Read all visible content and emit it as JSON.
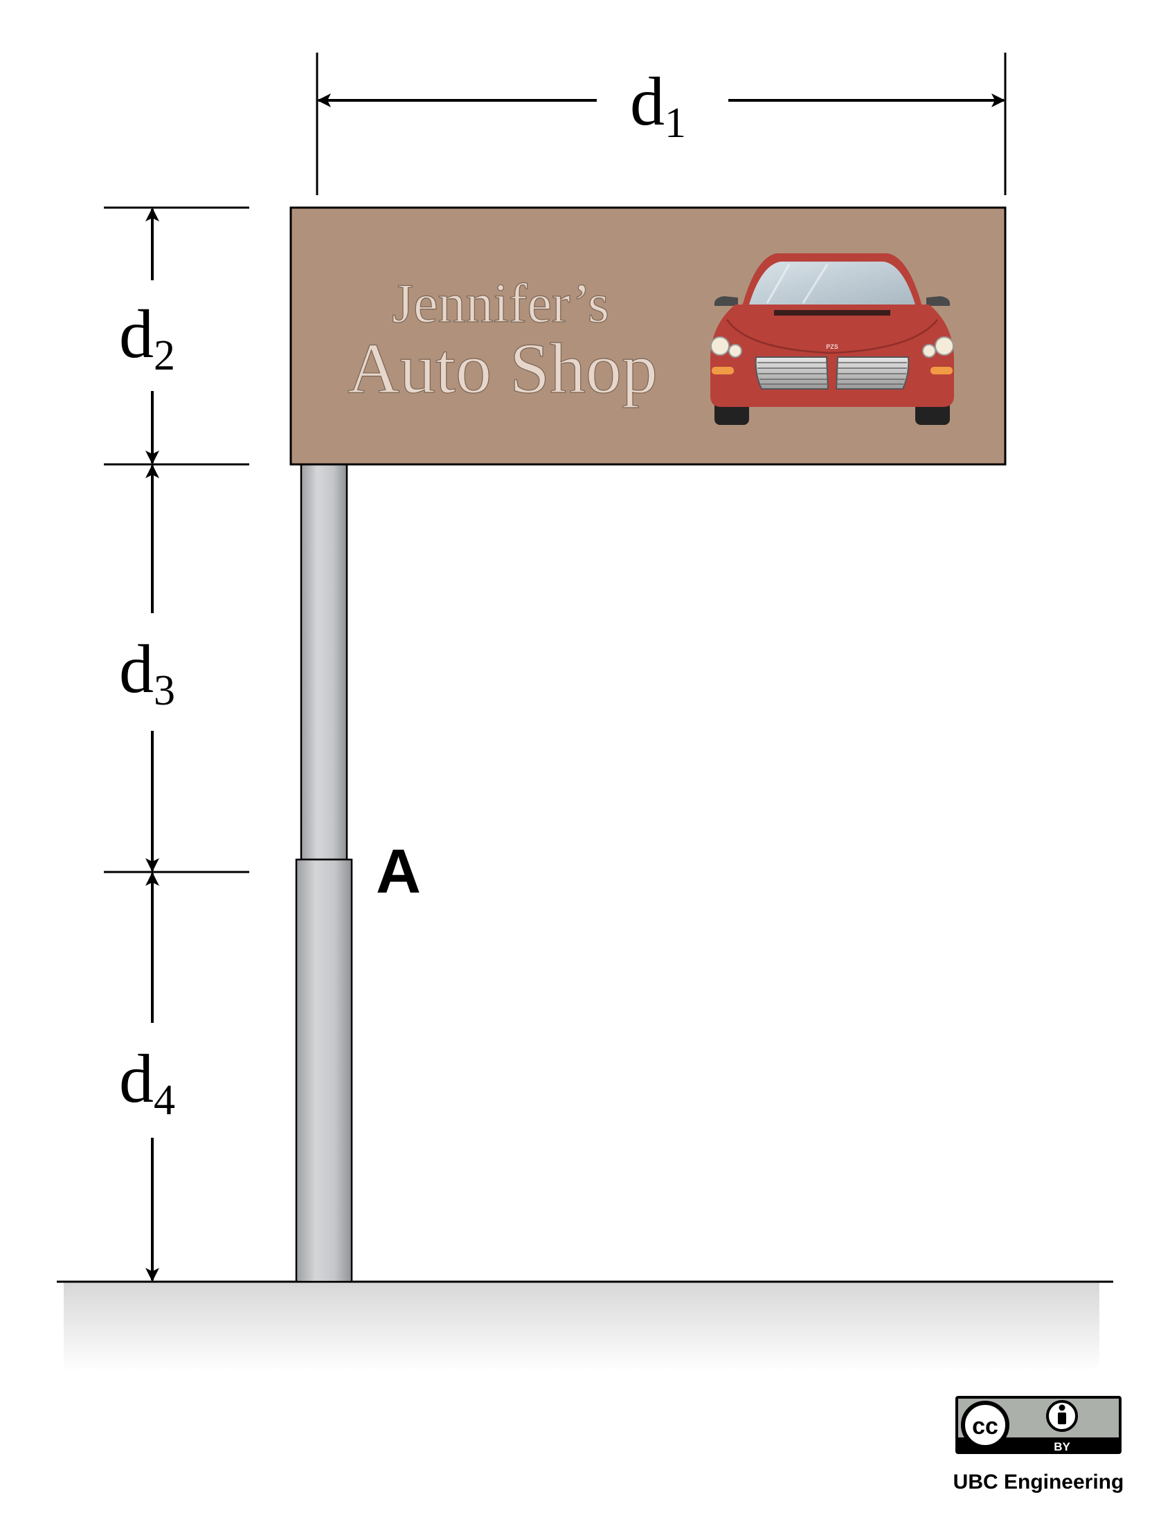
{
  "diagram": {
    "dimension_labels": {
      "d1": {
        "base": "d",
        "sub": "1"
      },
      "d2": {
        "base": "d",
        "sub": "2"
      },
      "d3": {
        "base": "d",
        "sub": "3"
      },
      "d4": {
        "base": "d",
        "sub": "4"
      }
    },
    "point_label": "A",
    "sign": {
      "line1": "Jennifer’s",
      "line2": "Auto Shop",
      "plate_text": "PZS"
    }
  },
  "license": {
    "cc_text": "cc",
    "by_text": "BY",
    "credit": "UBC Engineering"
  },
  "colors": {
    "sign_board": "#b0927c",
    "car_body": "#b8413a",
    "pole": "#c6c8ca",
    "sign_text": "#e6d6cb"
  },
  "icons": [
    "cc-icon",
    "attribution-icon",
    "car-icon"
  ]
}
